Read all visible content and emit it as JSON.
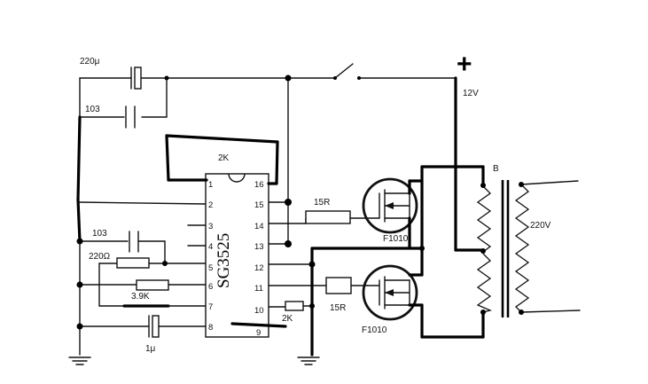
{
  "labels": {
    "cap_220u": "220μ",
    "cap_103_top": "103",
    "cap_103_mid": "103",
    "res_220ohm": "220Ω",
    "res_3_9k": "3.9K",
    "cap_1u": "1μ",
    "res_2k_timing": "2K",
    "res_15r_top": "15R",
    "res_15r_bottom": "15R",
    "pot_2k": "2K",
    "mosfet_top": "F1010",
    "mosfet_bottom": "F1010",
    "supply_plus": "+",
    "supply_voltage": "12V",
    "transformer": "B",
    "output_voltage": "220V",
    "chip": "SG3525"
  },
  "chip_pins": {
    "left": [
      "1",
      "2",
      "3",
      "4",
      "5",
      "6",
      "7",
      "8"
    ],
    "right": [
      "16",
      "15",
      "14",
      "13",
      "12",
      "11",
      "10",
      "9"
    ]
  }
}
